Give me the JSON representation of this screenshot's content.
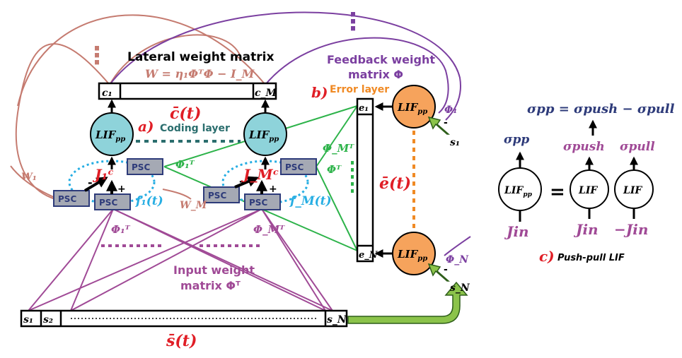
{
  "colors": {
    "teal": "#8ED3DA",
    "orange": "#F6A35C",
    "salmon": "#C57B70",
    "purple": "#7B3FA0",
    "magenta": "#A04A96",
    "green": "#2DB34A",
    "cyan": "#27AEE3",
    "red": "#E01E26",
    "navy": "#2E3B7A",
    "darkteal": "#2B6E6E",
    "pscfill": "#A5A9B4",
    "pscstroke": "#2E3B7A"
  },
  "labels": {
    "dots_top_left": "⋮",
    "dots_top_mid": "⋮",
    "lateral_title": "Lateral weight matrix",
    "lateral_eq": "W = η₁ΦᵀΦ − I_M",
    "c1": "c₁",
    "cM": "c_M",
    "ct": "c̄(t)",
    "lif": "LIF",
    "pp": "pp",
    "a": "a)",
    "coding_layer": "Coding layer",
    "psc": "PSC",
    "phi1T": "Φ₁ᵀ",
    "phiMT": "Φ_Mᵀ",
    "phiT": "Φᵀ",
    "J1c": "J₁ᶜ",
    "JMc": "J_Mᶜ",
    "f1t": "f₁(t)",
    "fMt": "f_M(t)",
    "W1": "W₁",
    "WM": "W_M",
    "minus": "-",
    "plus": "+",
    "input_title_1": "Input weight",
    "input_title_2": "matrix Φᵀ",
    "s1": "s₁",
    "s2": "s₂",
    "sN": "s_N",
    "st": "s̄(t)",
    "b": "b)",
    "error_layer": "Error layer",
    "feedback_1": "Feedback weight",
    "feedback_2": "matrix Φ",
    "e1": "e₁",
    "eN": "e_N",
    "et": "ē(t)",
    "phi1": "Φ₁",
    "phiN": "Φ_N",
    "c": "c)",
    "pushpull": "Push-pull LIF",
    "sigma_eq": "σpp = σpush − σpull",
    "sigma_pp": "σpp",
    "sigma_push": "σpush",
    "sigma_pull": "σpull",
    "Jin": "Jin",
    "negJin": "−Jin",
    "equals": "="
  }
}
